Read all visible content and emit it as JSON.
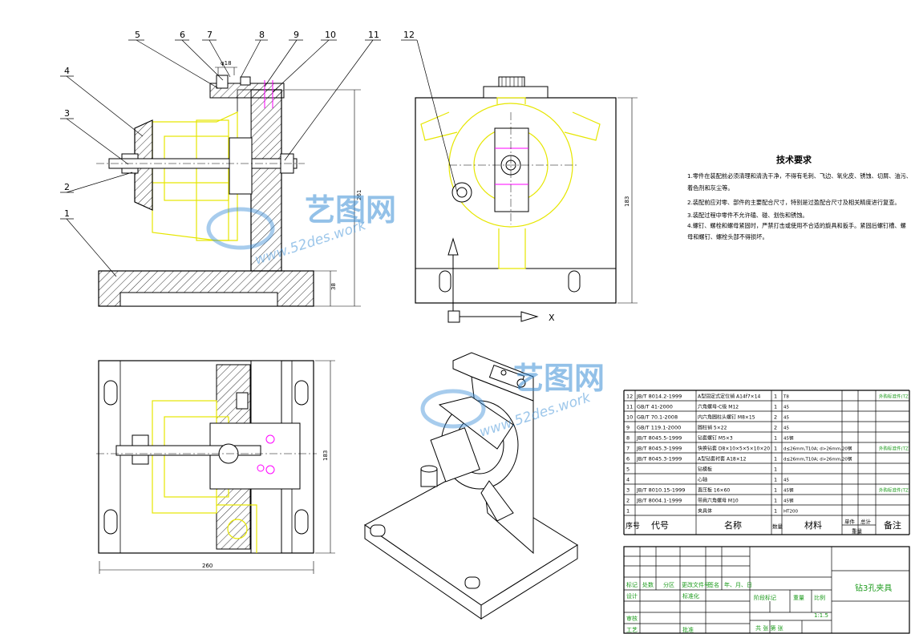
{
  "callouts": [
    "1",
    "2",
    "3",
    "4",
    "5",
    "6",
    "7",
    "8",
    "9",
    "10",
    "11",
    "12"
  ],
  "dimensions": {
    "phi18": "φ18",
    "h_front": "38",
    "v_front_total": "261",
    "v_side": "183",
    "v_top": "183",
    "w_top": "260"
  },
  "axis_label": "X",
  "tech": {
    "title": "技术要求",
    "lines": [
      "1.零件在装配前必须清理和清洗干净，不得有毛刺、飞边、氧化皮、锈蚀、切屑、油污、",
      "着色剂和灰尘等。",
      "2.装配前应对零、部件的主要配合尺寸，特别是过盈配合尺寸及相关精度进行复查。",
      "3.装配过程中零件不允许磕、碰、划伤和锈蚀。",
      "4.螺钉、螺栓和螺母紧固时，严禁打击或使用不合适的旋具和扳手。紧固后螺钉槽、螺",
      "母和螺钉、螺栓头部不得损坏。"
    ]
  },
  "bom": {
    "rows": [
      {
        "no": "12",
        "code": "JB/T 8014.2-1999",
        "name": "A型固定式定位销 A14f7×14",
        "qty": "1",
        "mat": "T8",
        "note": "外购标准件(TZ)"
      },
      {
        "no": "11",
        "code": "GB/T 41-2000",
        "name": "六角螺母-C级 M12",
        "qty": "1",
        "mat": "45",
        "note": ""
      },
      {
        "no": "10",
        "code": "GB/T 70.1-2008",
        "name": "内六角圆柱头螺钉 M8×15",
        "qty": "2",
        "mat": "45",
        "note": ""
      },
      {
        "no": "9",
        "code": "GB/T 119.1-2000",
        "name": "圆柱销 5×22",
        "qty": "2",
        "mat": "45",
        "note": ""
      },
      {
        "no": "8",
        "code": "JB/T 8045.5-1999",
        "name": "钻套螺钉 M5×3",
        "qty": "1",
        "mat": "45钢",
        "note": ""
      },
      {
        "no": "7",
        "code": "JB/T 8045.3-1999",
        "name": "快换钻套 D8×10×5×5×10×20",
        "qty": "1",
        "mat": "d≤26mm,T10A; d>26mm,20钢",
        "note": "外购标准件(TZ)"
      },
      {
        "no": "6",
        "code": "JB/T 8045.3-1999",
        "name": "A型钻套衬套 A18×12",
        "qty": "1",
        "mat": "d≤26mm,T10A; d>26mm,20钢",
        "note": ""
      },
      {
        "no": "5",
        "code": "",
        "name": "钻模板",
        "qty": "1",
        "mat": "",
        "note": ""
      },
      {
        "no": "4",
        "code": "",
        "name": "心轴",
        "qty": "1",
        "mat": "45",
        "note": ""
      },
      {
        "no": "3",
        "code": "JB/T 8010.15-1999",
        "name": "直压板 16×60",
        "qty": "1",
        "mat": "45钢",
        "note": "外购标准件(TZ)"
      },
      {
        "no": "2",
        "code": "JB/T 8004.1-1999",
        "name": "带肩六角螺母 M10",
        "qty": "1",
        "mat": "45钢",
        "note": ""
      },
      {
        "no": "1",
        "code": "",
        "name": "夹具体",
        "qty": "1",
        "mat": "HT200",
        "note": ""
      }
    ],
    "header": {
      "no": "序号",
      "code": "代号",
      "name": "名称",
      "qty": "数量",
      "mat": "材料",
      "unit": "单件",
      "total": "总计",
      "weight": "重量",
      "note": "备注"
    }
  },
  "titleblock": {
    "title": "钻3孔夹具",
    "mark": "标记",
    "count": "处数",
    "zone": "分区",
    "change": "更改文件号",
    "sign": "签名",
    "date": "年、月、日",
    "design": "设计",
    "standard": "标准化",
    "stage": "阶段标记",
    "weight": "重量",
    "scale": "比例",
    "scale_val": "1:1.5",
    "review": "审核",
    "craft": "工艺",
    "approve": "批准",
    "sheets": "共  张  第  张"
  },
  "watermark": {
    "cn": "艺图网",
    "url": "www.52des.work"
  },
  "colors": {
    "line": "#000000",
    "yellow": "#e6e600",
    "magenta": "#ff00ff",
    "hatch": "#000000",
    "green": "#1a9a1a",
    "watermark": "#3c8fd6"
  }
}
